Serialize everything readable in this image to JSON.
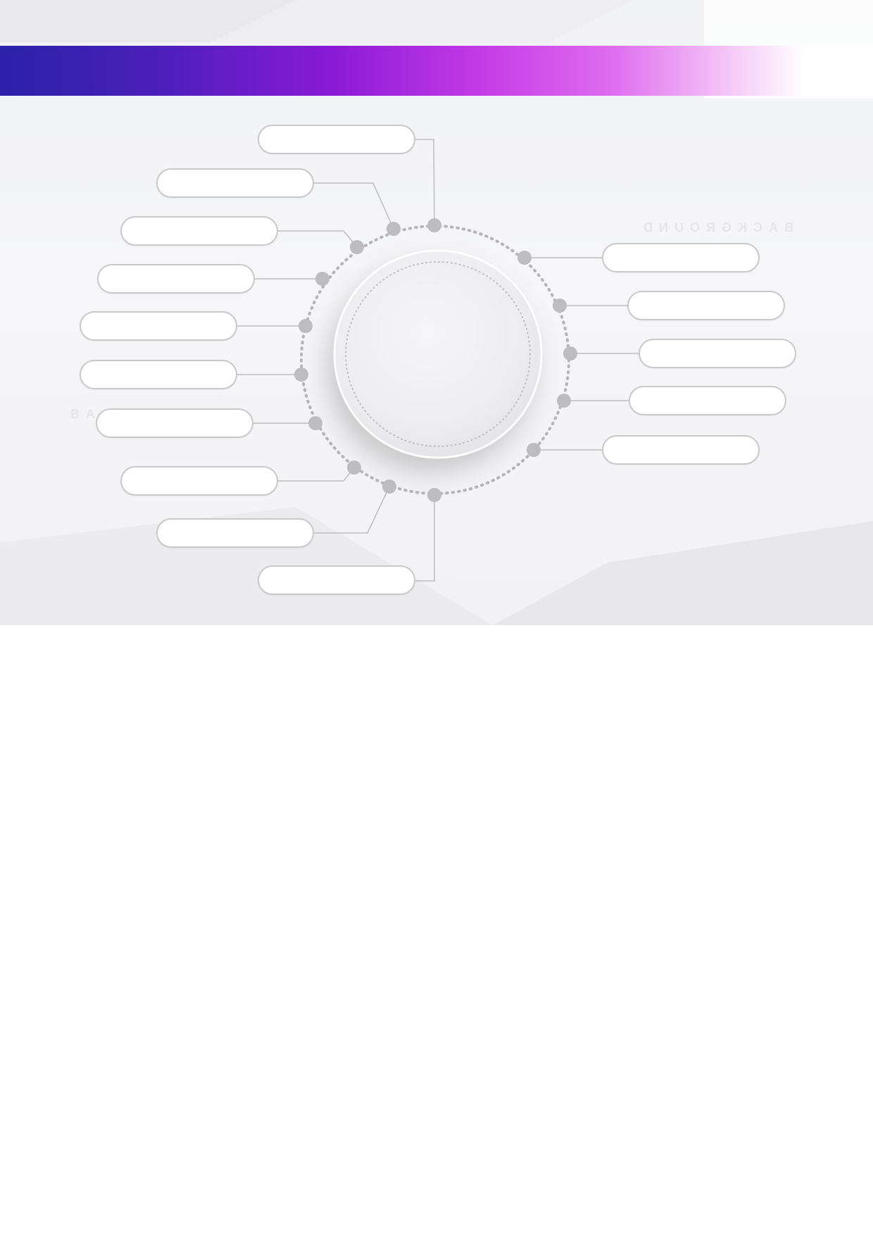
{
  "header": {
    "banner_colors": [
      "#2a22a8",
      "#8a1ad6",
      "#c43be6",
      "#f3bdf6"
    ]
  },
  "watermark": {
    "text": "BACKGROUND"
  },
  "hub": {
    "label": "",
    "color": "#eeeef0",
    "ring_color": "#b5b5b8"
  },
  "nodes": [
    {
      "id": "node-1",
      "label": ""
    },
    {
      "id": "node-2",
      "label": ""
    },
    {
      "id": "node-3",
      "label": ""
    },
    {
      "id": "node-4",
      "label": ""
    },
    {
      "id": "node-5",
      "label": ""
    },
    {
      "id": "node-6",
      "label": ""
    },
    {
      "id": "node-7",
      "label": ""
    },
    {
      "id": "node-8",
      "label": ""
    },
    {
      "id": "node-9",
      "label": ""
    },
    {
      "id": "node-10",
      "label": ""
    },
    {
      "id": "node-11",
      "label": ""
    },
    {
      "id": "node-12",
      "label": ""
    },
    {
      "id": "node-13",
      "label": ""
    },
    {
      "id": "node-14",
      "label": ""
    },
    {
      "id": "node-15",
      "label": ""
    }
  ]
}
